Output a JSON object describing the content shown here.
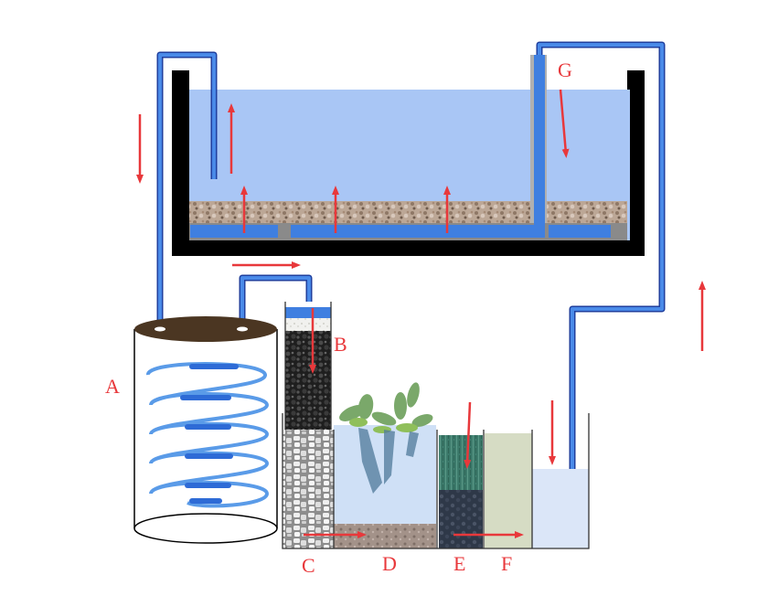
{
  "labels": {
    "A": "A",
    "B": "B",
    "C": "C",
    "D": "D",
    "E": "E",
    "F": "F",
    "G": "G"
  },
  "colors": {
    "water": "#a9c6f5",
    "pipe": "#3f7fe0",
    "arrow": "#e8383b",
    "tank_frame": "#000000",
    "gravel": "#b89f8c",
    "charcoal": "#2a2a2a",
    "zeolite": "#dcdcdc",
    "sediment": "#9c8e86",
    "filter_green": "#3f7e6e",
    "filter_beige": "#d6dcc4",
    "soil": "#4b3622"
  },
  "icons": {
    "plants": "plant-icon",
    "coil": "spiral-coil-icon",
    "arrows": "arrow-icon"
  }
}
